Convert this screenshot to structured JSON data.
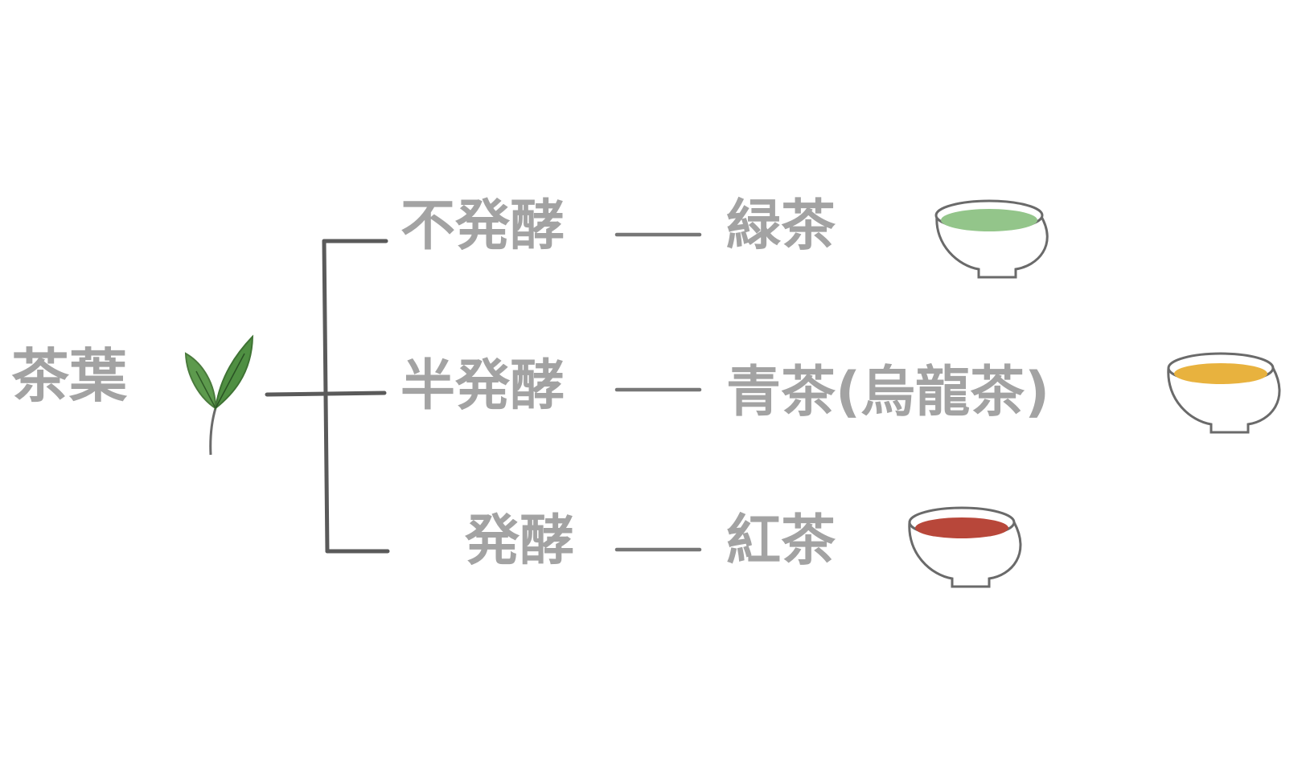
{
  "root": {
    "label": "茶葉",
    "icon": "tea-leaf-icon"
  },
  "branches": [
    {
      "process": "不発酵",
      "tea": "緑茶",
      "cup_icon": "green-tea-cup-icon",
      "liquid_color": "#93c58a"
    },
    {
      "process": "半発酵",
      "tea": "青茶(烏龍茶)",
      "cup_icon": "oolong-tea-cup-icon",
      "liquid_color": "#e8b23e"
    },
    {
      "process": "発酵",
      "tea": "紅茶",
      "cup_icon": "black-tea-cup-icon",
      "liquid_color": "#b8473a"
    }
  ],
  "colors": {
    "text": "#a3a3a3",
    "lines": "#5a5a5a",
    "leaf": "#4f8f42",
    "cup_outline": "#6a6a6a"
  }
}
